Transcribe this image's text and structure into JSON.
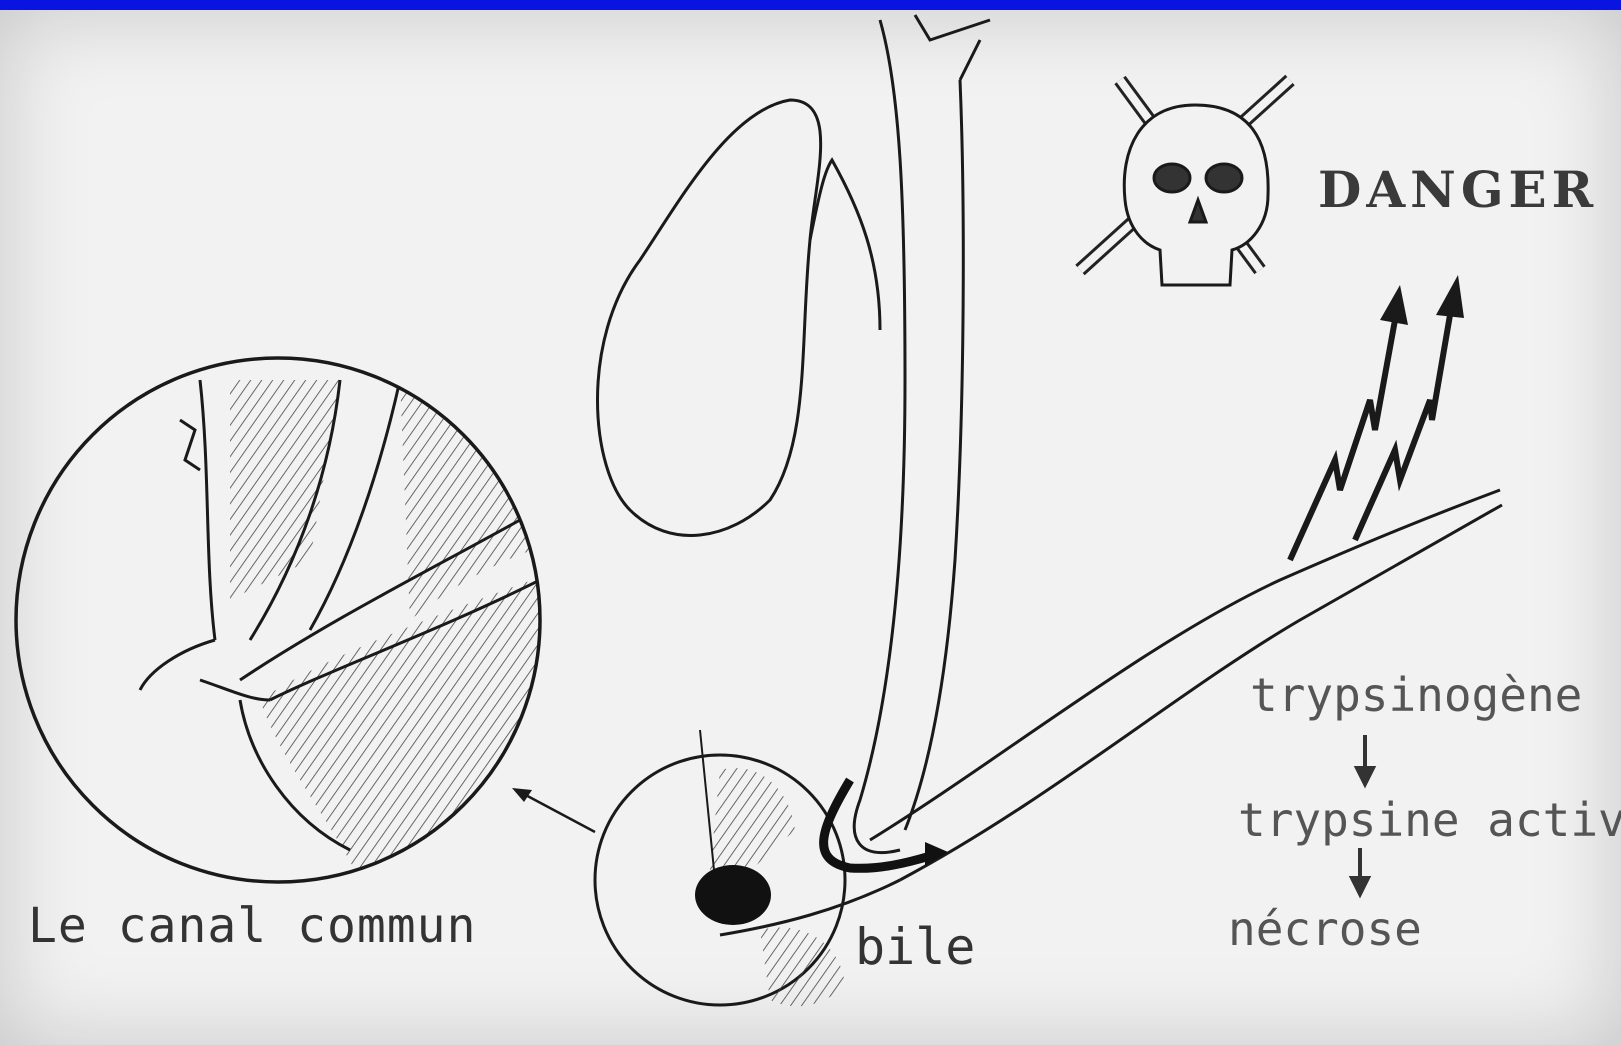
{
  "labels": {
    "danger": "DANGER",
    "canal_commun": "Le canal commun",
    "bile": "bile",
    "trypsinogene": "trypsinogène",
    "trypsine_active": "trypsine active",
    "necrose": "nécrose"
  },
  "icons": {
    "skull": "skull-and-crossbones-icon",
    "zigzag_arrows": "lightning-arrow-icon"
  },
  "colors": {
    "border": "#0a14e0",
    "background": "#f2f2f2",
    "ink": "#1a1a1a"
  }
}
